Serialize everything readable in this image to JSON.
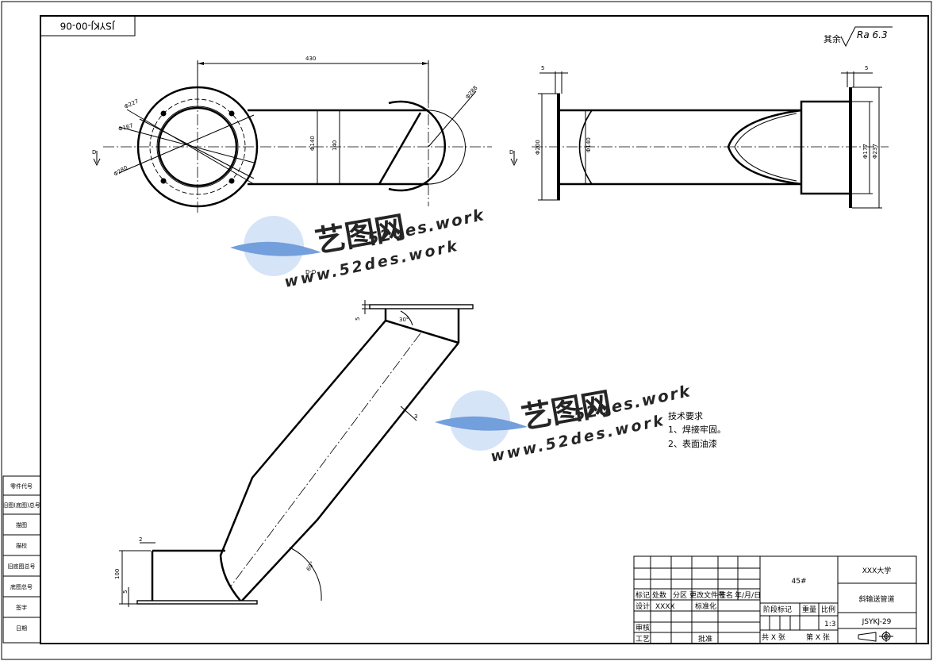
{
  "drawing": {
    "code_box": "JSYKJ-00-06",
    "roughness": {
      "prefix": "其余",
      "value": "Ra 6.3"
    },
    "tech_requirements": {
      "title": "技术要求",
      "items": [
        "1、焊接牢固。",
        "2、表面油漆"
      ]
    }
  },
  "dimensions": {
    "front_length": "430",
    "pcd_dia": "Φ227",
    "inner_dia": "Φ167",
    "outer_dia": "Φ280",
    "pipe_dia": "Φ140",
    "pipe_dia_2": "140",
    "end_dia": "Φ288",
    "flange_thick_left": "5",
    "flange_thick_right": "5",
    "side_dia_200": "Φ200",
    "side_dia_140": "Φ140",
    "side_dia_177": "Φ177",
    "side_dia_237": "Φ237",
    "top_flange_thick": "5",
    "top_angle": "30°",
    "wall_thick": "3",
    "bottom_flange_width": "2",
    "bottom_height": "100",
    "bottom_flange_thick": "5",
    "angle_bottom": "60°",
    "section_mark_left": "D",
    "section_mark_right": "D",
    "view_label": "D-D"
  },
  "side_stamps": [
    "零件代号",
    "旧图(底图)总号",
    "描图",
    "描校",
    "旧底图总号",
    "底图总号",
    "签字",
    "日期"
  ],
  "title_block": {
    "material": "45#",
    "university": "XXX大学",
    "part_name": "斜输送管道",
    "drawing_no": "JSYKJ-29",
    "scale_label": "比例",
    "scale_value": "1:3",
    "weight_label": "重量",
    "stage_label": "阶段标记",
    "mark": "标记",
    "count": "处数",
    "zone": "分区",
    "change_doc": "更改文件号",
    "sign": "签名",
    "date": "年/月/日",
    "design": "设计",
    "designer": "XXXX",
    "standardize": "标准化",
    "review": "审核",
    "process": "工艺",
    "approve": "批准",
    "total_sheets": "共 X 张",
    "sheet_no": "第 X 张"
  },
  "watermark": {
    "brand": "艺图网",
    "domain": "52des.work",
    "url": "www.52des.work"
  }
}
